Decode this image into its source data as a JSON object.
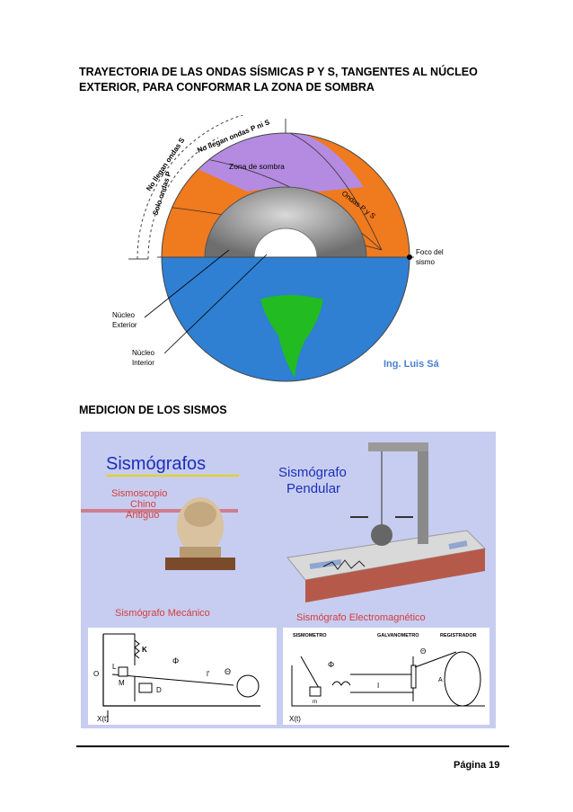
{
  "headings": {
    "earth_title_1": "TRAYECTORIA DE LAS ONDAS SÍSMICAS P Y S, TANGENTES AL NÚCLEO",
    "earth_title_2": "EXTERIOR, PARA CONFORMAR LA ZONA DE SOMBRA",
    "measure_title": "MEDICION DE LOS SISMOS"
  },
  "earth_figure": {
    "arc_label_solo": "Solo ondas P",
    "arc_label_nollegan_s": "No llegan ondas S",
    "arc_label_nollegan_ps": "No llegan ondas P ni S",
    "zona_sombra": "Zona de sombra",
    "ondas_ps": "Ondas P y S",
    "foco_1": "Foco del",
    "foco_2": "sismo",
    "nucleo_ext_1": "Núcleo",
    "nucleo_ext_2": "Exterior",
    "nucleo_int_1": "Núcleo",
    "nucleo_int_2": "Interior",
    "credit": "Ing. Luis Sá",
    "colors": {
      "ocean": "#2f7fd2",
      "mantle": "#f07a1e",
      "shadow": "#b48be0",
      "outer_core": "#8c8c8c",
      "inner_core": "#ffffff",
      "land": "#22bb22"
    }
  },
  "seismo_figure": {
    "title": "Sismógrafos",
    "chino_1": "Sismoscopio",
    "chino_2": "Chino",
    "chino_3": "Antiguo",
    "pendular_1": "Sismógrafo",
    "pendular_2": "Pendular",
    "mecanico": "Sismógrafo Mecánico",
    "electro": "Sismógrafo Electromagnético",
    "mech_labels": {
      "k": "K",
      "phi": "Φ",
      "o": "O",
      "l": "L",
      "m": "M",
      "d": "D",
      "lprime": "l'",
      "theta": "Θ",
      "xt": "X(t)"
    },
    "electro_labels": {
      "sismometro": "SISMOMETRO",
      "galvanometro": "GALVANOMETRO",
      "registrador": "REGISTRADOR",
      "phi": "Φ",
      "i": "I",
      "theta": "Θ",
      "a": "A",
      "xt": "X(t)",
      "m": "m"
    },
    "colors": {
      "panel_bg": "#c7cdf0",
      "title_blue": "#1d2fb8",
      "label_red": "#d63c3c",
      "underline": "#e6d200"
    }
  },
  "footer": {
    "page": "Página 19"
  }
}
